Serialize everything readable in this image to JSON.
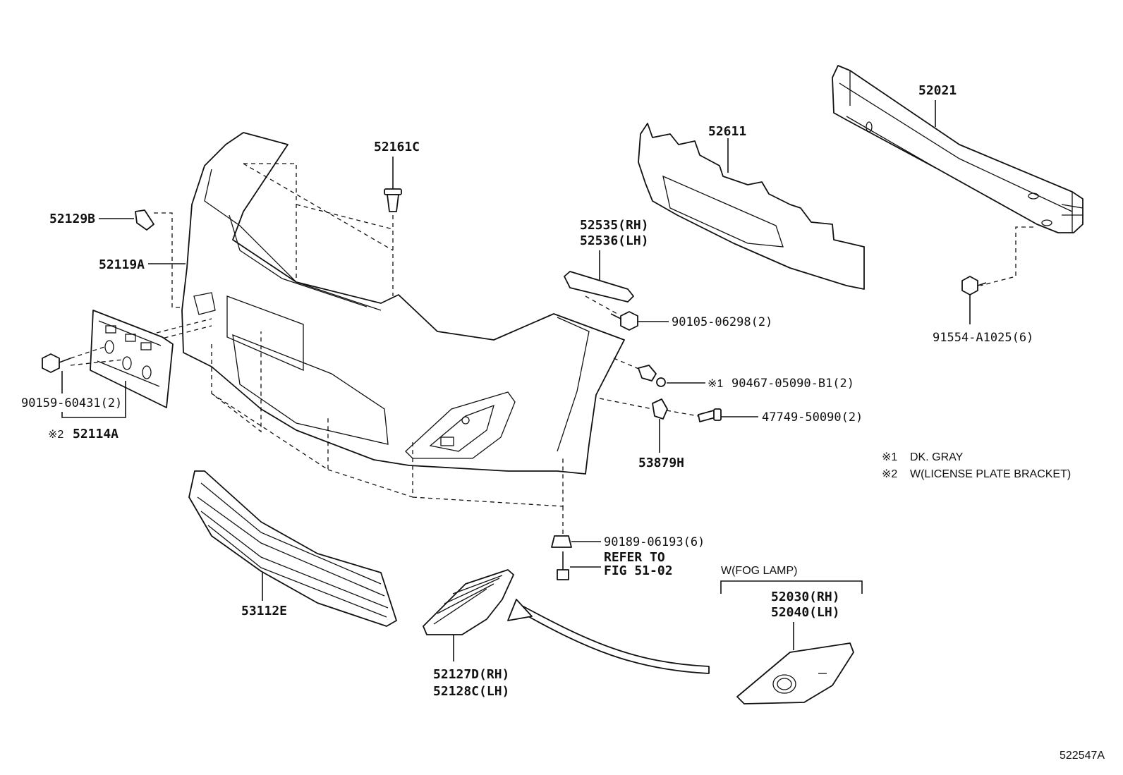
{
  "labels": {
    "p52021": "52021",
    "p52611": "52611",
    "p52161c": "52161C",
    "p52129b": "52129B",
    "p52119a": "52119A",
    "p52535": "52535(RH)",
    "p52536": "52536(LH)",
    "p90105": "90105-06298(2)",
    "p91554": "91554-A1025(6)",
    "p90159": "90159-60431(2)",
    "p52114a": "52114A",
    "p52114a_mark": "※2",
    "p90467": "90467-05090-B1(2)",
    "p90467_mark": "※1",
    "p47749": "47749-50090(2)",
    "p53879h": "53879H",
    "p90189": "90189-06193(6)",
    "refer1": "REFER TO",
    "refer2": "FIG 51-02",
    "p53112e": "53112E",
    "fog_heading": "W(FOG LAMP)",
    "p52030": "52030(RH)",
    "p52040": "52040(LH)",
    "p52127d": "52127D(RH)",
    "p52128c": "52128C(LH)",
    "figure_id": "522547A"
  },
  "notes": [
    {
      "mark": "※1",
      "text": "DK. GRAY"
    },
    {
      "mark": "※2",
      "text": "W(LICENSE PLATE BRACKET)"
    }
  ]
}
